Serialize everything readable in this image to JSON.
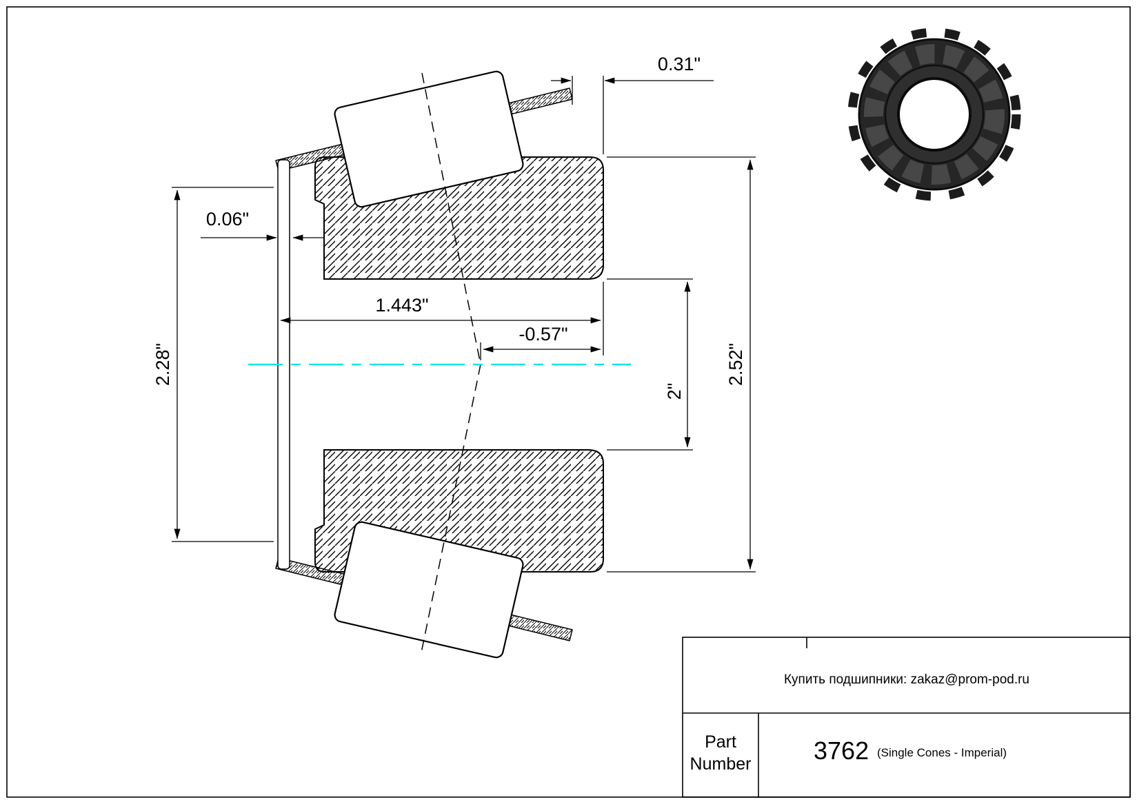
{
  "drawing": {
    "dimensions": {
      "top_offset": "0.31\"",
      "lip_width": "0.06\"",
      "cage_height": "2.28\"",
      "bore_length": "1.443\"",
      "apex_offset": "-0.57\"",
      "inner_diameter": "2\"",
      "outer_diameter": "2.52\""
    },
    "centerline_color": "#00e5e5"
  },
  "title_block": {
    "contact": "Купить подшипники: zakaz@prom-pod.ru",
    "part_label_line1": "Part",
    "part_label_line2": "Number",
    "part_number": "3762",
    "part_type": "(Single Cones - Imperial)"
  }
}
